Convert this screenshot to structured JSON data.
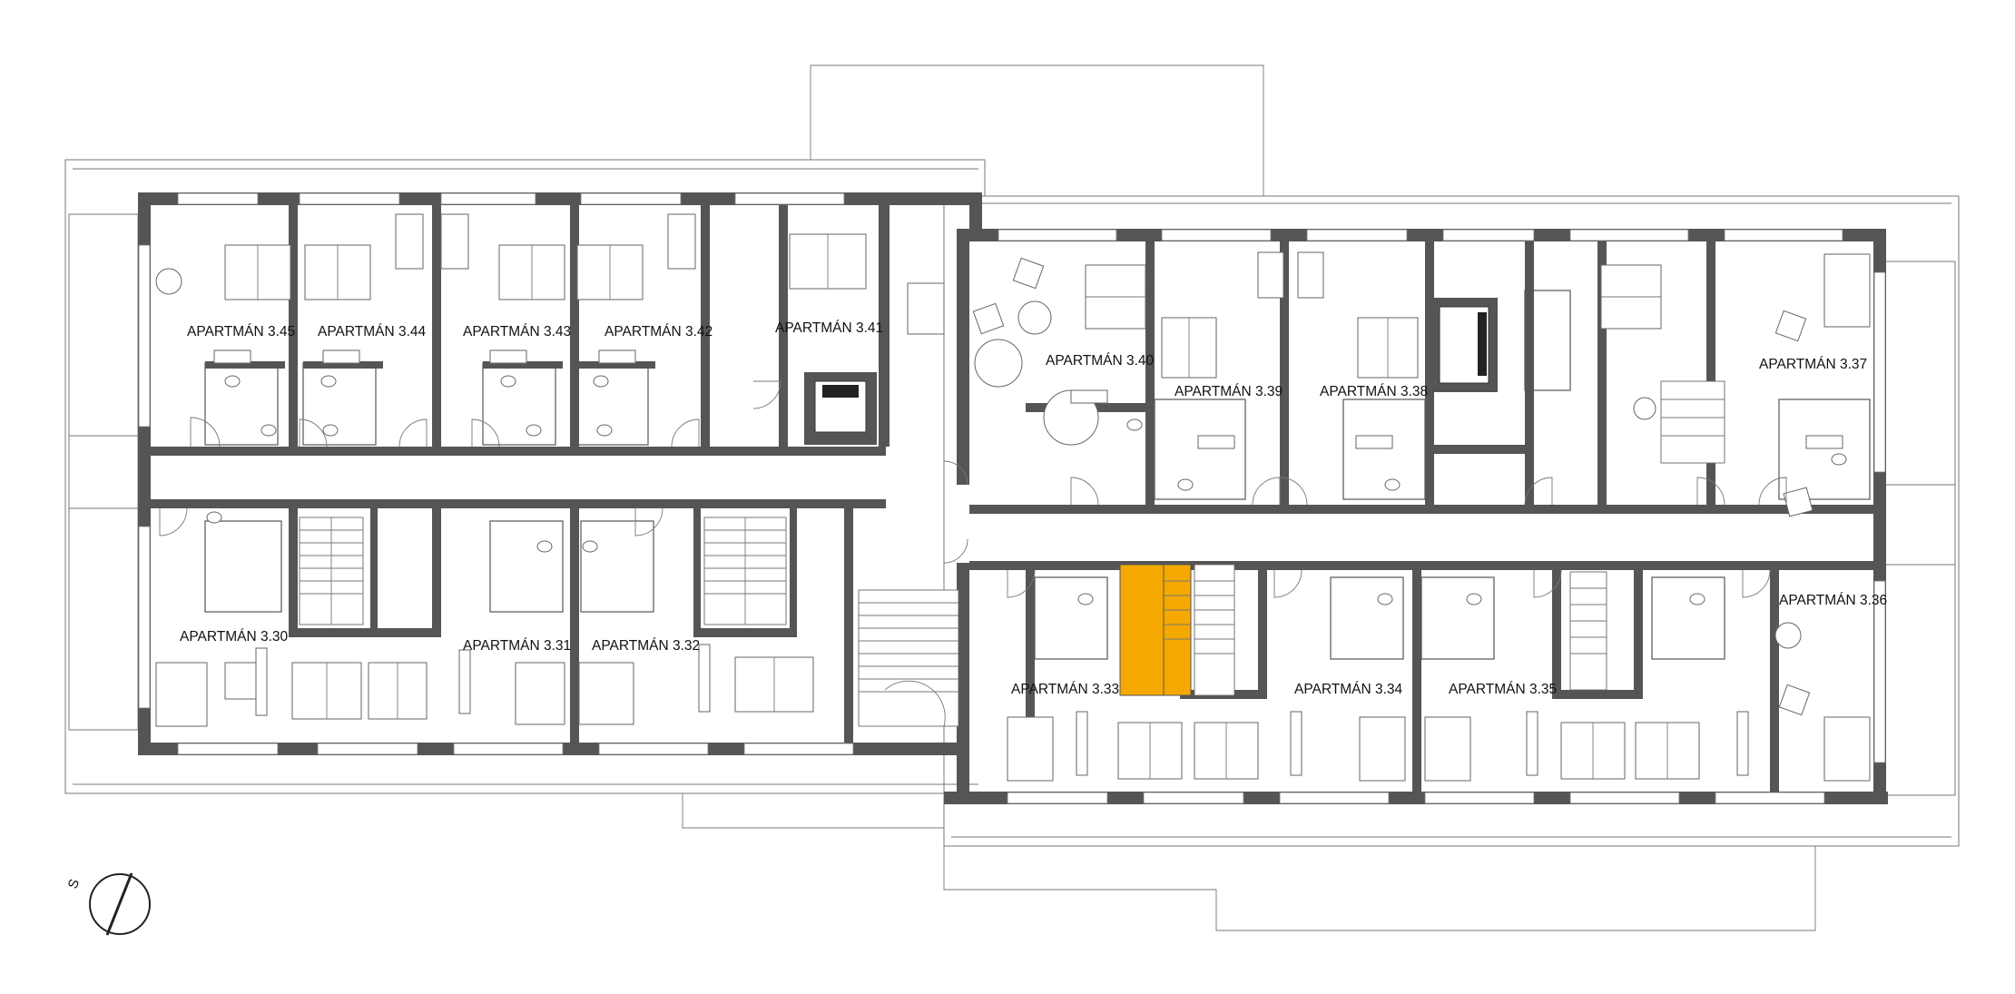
{
  "drawing": {
    "highlight_color": "#f5a800",
    "wall_color": "#555555"
  },
  "apartments": [
    {
      "label": "APARTMÁN 3.45"
    },
    {
      "label": "APARTMÁN 3.44"
    },
    {
      "label": "APARTMÁN 3.43"
    },
    {
      "label": "APARTMÁN 3.42"
    },
    {
      "label": "APARTMÁN 3.41"
    },
    {
      "label": "APARTMÁN 3.40"
    },
    {
      "label": "APARTMÁN 3.39"
    },
    {
      "label": "APARTMÁN 3.38"
    },
    {
      "label": "APARTMÁN 3.37"
    },
    {
      "label": "APARTMÁN 3.30"
    },
    {
      "label": "APARTMÁN 3.31"
    },
    {
      "label": "APARTMÁN 3.32"
    },
    {
      "label": "APARTMÁN 3.33"
    },
    {
      "label": "APARTMÁN 3.34"
    },
    {
      "label": "APARTMÁN 3.35"
    },
    {
      "label": "APARTMÁN 3.36"
    }
  ],
  "north_arrow": {
    "letter": "S",
    "icon": "north-arrow-icon"
  }
}
